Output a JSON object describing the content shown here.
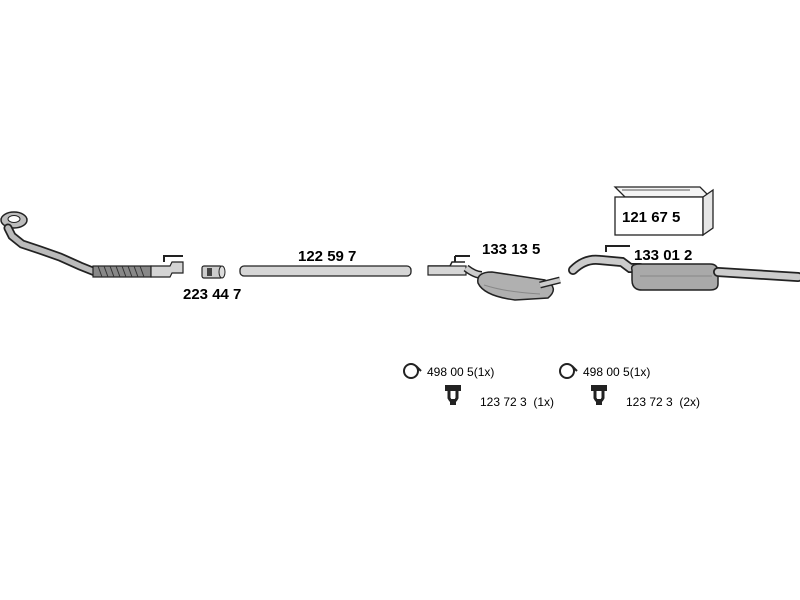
{
  "parts": {
    "front_pipe": {
      "code": "223 44 7"
    },
    "middle_pipe": {
      "code": "122 59 7"
    },
    "centre_silencer": {
      "code": "133 13 5"
    },
    "rear_silencer": {
      "code": "133 01 2"
    },
    "mounting_kit": {
      "code": "121 67 5"
    }
  },
  "hardware": {
    "group_left": {
      "clamp": {
        "code": "498 00 5",
        "qty": "(1x)"
      },
      "hanger": {
        "code": "123 72 3",
        "qty": "(1x)"
      }
    },
    "group_right": {
      "clamp": {
        "code": "498 00 5",
        "qty": "(1x)"
      },
      "hanger": {
        "code": "123 72 3",
        "qty": "(2x)"
      }
    }
  },
  "colors": {
    "outline": "#222222",
    "fill": "#b9b9b9",
    "dark": "#555555"
  }
}
